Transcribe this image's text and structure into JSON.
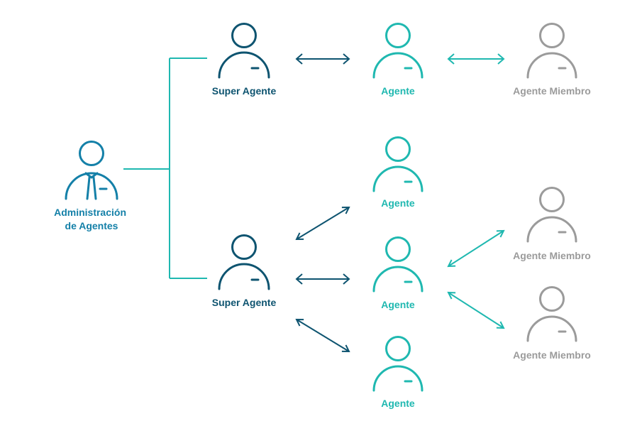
{
  "colors": {
    "admin": "#1480a8",
    "super": "#0e5470",
    "agent": "#1fb8b0",
    "member": "#9b9b9b",
    "connector": "#1fb8b0"
  },
  "icons": {
    "person": "person-icon",
    "person_with_tie": "person-with-tie-icon",
    "arrow": "double-arrow-icon"
  },
  "nodes": {
    "admin": {
      "label_line1": "Administración",
      "label_line2": "de Agentes"
    },
    "super_top": {
      "label": "Super Agente"
    },
    "super_bottom": {
      "label": "Super Agente"
    },
    "agent_top": {
      "label": "Agente"
    },
    "agent_b1": {
      "label": "Agente"
    },
    "agent_b2": {
      "label": "Agente"
    },
    "agent_b3": {
      "label": "Agente"
    },
    "member_top": {
      "label": "Agente Miembro"
    },
    "member_b1": {
      "label": "Agente Miembro"
    },
    "member_b2": {
      "label": "Agente Miembro"
    }
  }
}
